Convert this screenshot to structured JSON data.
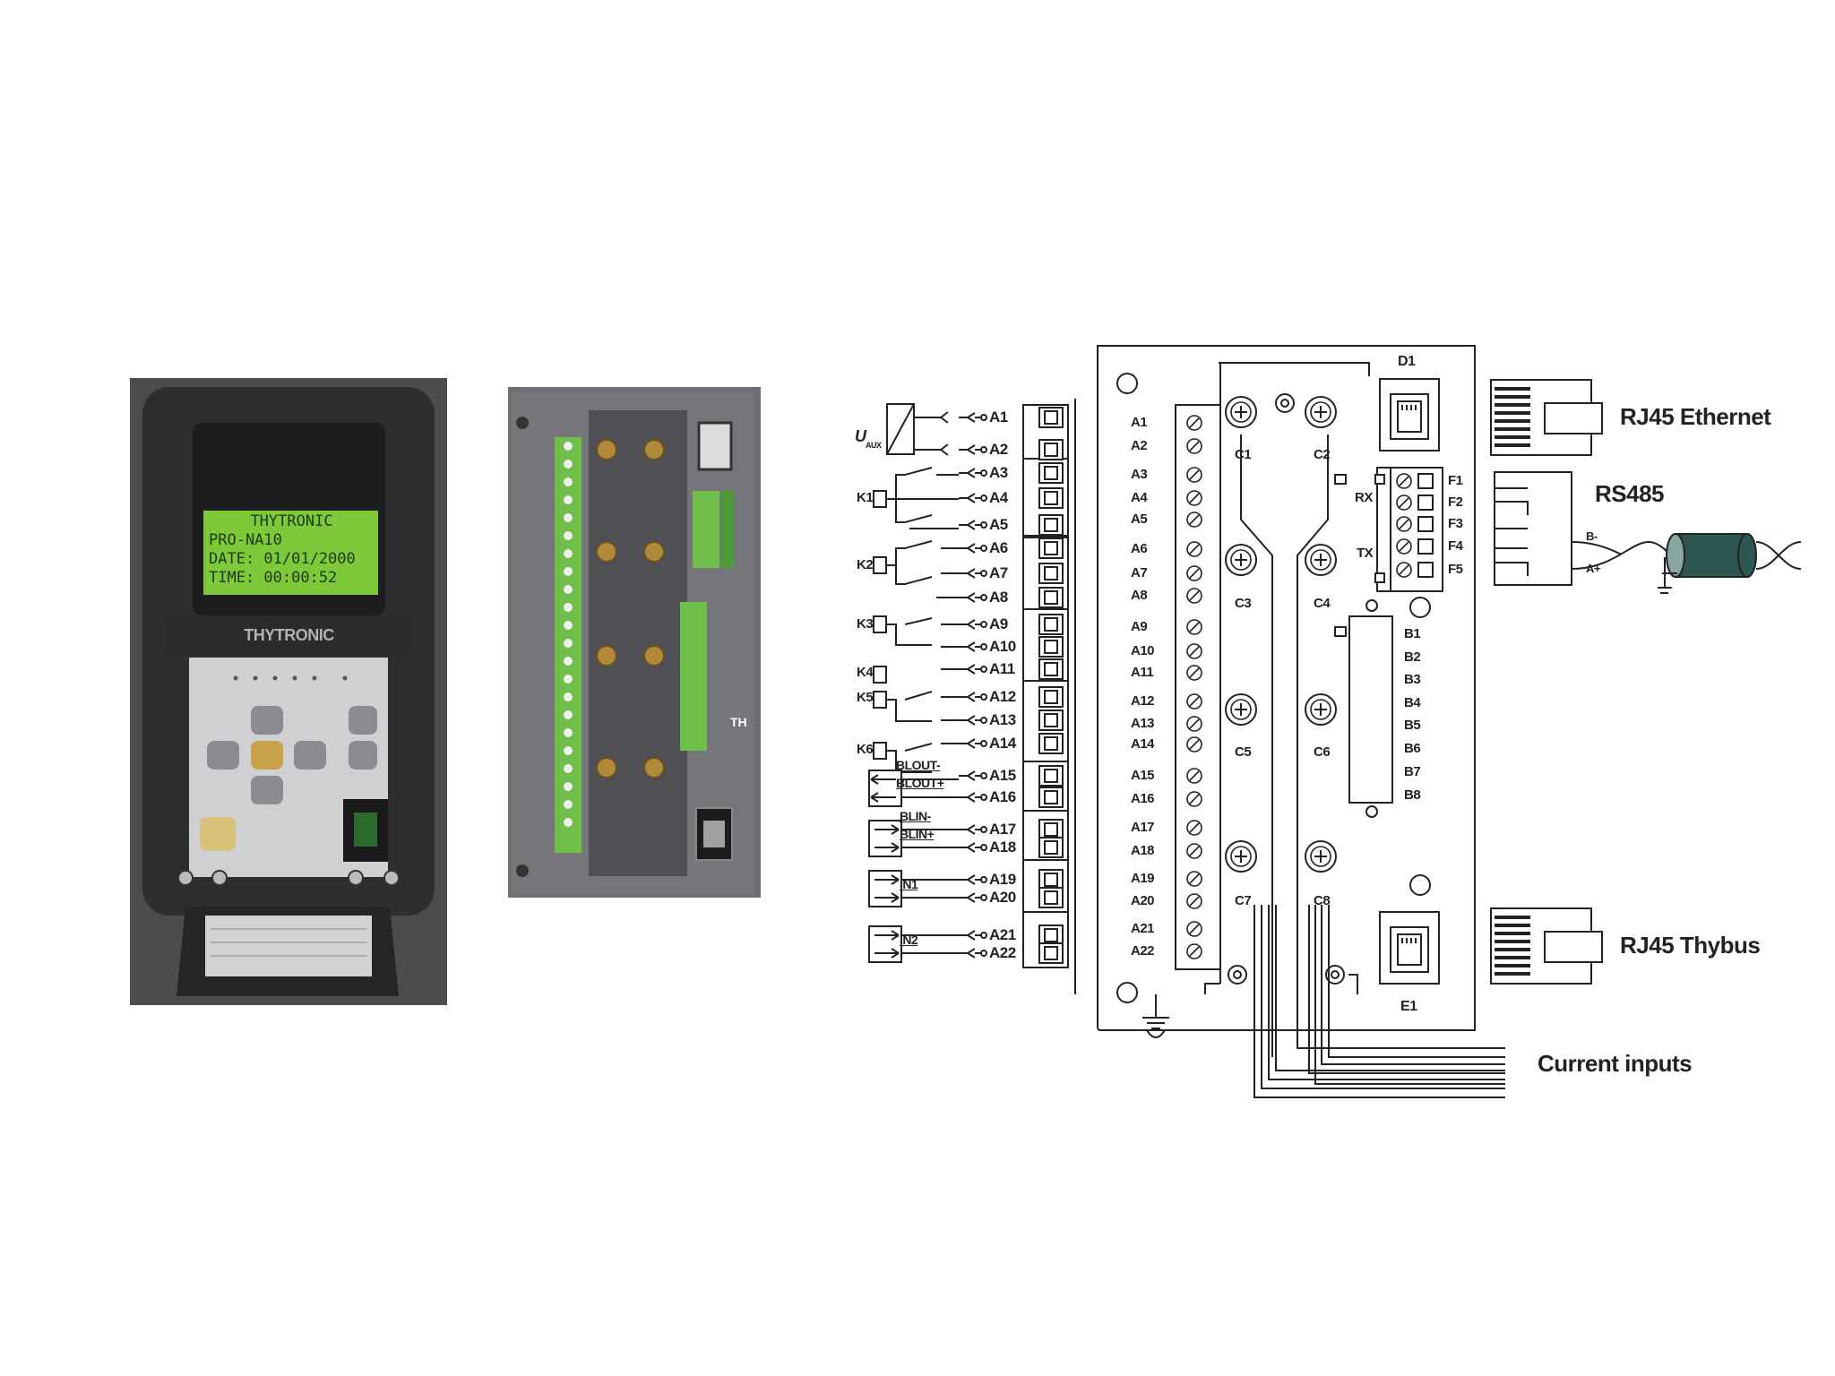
{
  "front_panel": {
    "lcd_lines": [
      "THYTRONIC",
      "PRO-NA10",
      "DATE: 01/01/2000",
      "TIME: 00:00:52"
    ],
    "brand": "THYTRONIC"
  },
  "rear_panel": {
    "side_mark": "TH"
  },
  "diagram": {
    "uaux": "U",
    "uaux_sub": "AUX",
    "relays": [
      "K1",
      "K2",
      "K3",
      "K4",
      "K5",
      "K6"
    ],
    "block_labels": [
      "BLOUT-",
      "BLOUT+",
      "BLIN-",
      "BLIN+",
      "IN1",
      "IN2"
    ],
    "a_terminals": [
      "A1",
      "A2",
      "A3",
      "A4",
      "A5",
      "A6",
      "A7",
      "A8",
      "A9",
      "A10",
      "A11",
      "A12",
      "A13",
      "A14",
      "A15",
      "A16",
      "A17",
      "A18",
      "A19",
      "A20",
      "A21",
      "A22"
    ],
    "c_terminals": [
      "C1",
      "C2",
      "C3",
      "C4",
      "C5",
      "C6",
      "C7",
      "C8"
    ],
    "b_terminals": [
      "B1",
      "B2",
      "B3",
      "B4",
      "B5",
      "B6",
      "B7",
      "B8"
    ],
    "f_terminals": [
      "F1",
      "F2",
      "F3",
      "F4",
      "F5"
    ],
    "rx": "RX",
    "tx": "TX",
    "d1": "D1",
    "e1": "E1",
    "rj45_ethernet": "RJ45 Ethernet",
    "rs485": "RS485",
    "rs485_b": "B-",
    "rs485_a": "A+",
    "rj45_thybus": "RJ45 Thybus",
    "current_inputs": "Current inputs"
  },
  "colors": {
    "lcd_green": "#7ec93a",
    "terminal_green": "#6fbf4a",
    "case_dark": "#2f3133",
    "rear_grey": "#6e6f73"
  }
}
